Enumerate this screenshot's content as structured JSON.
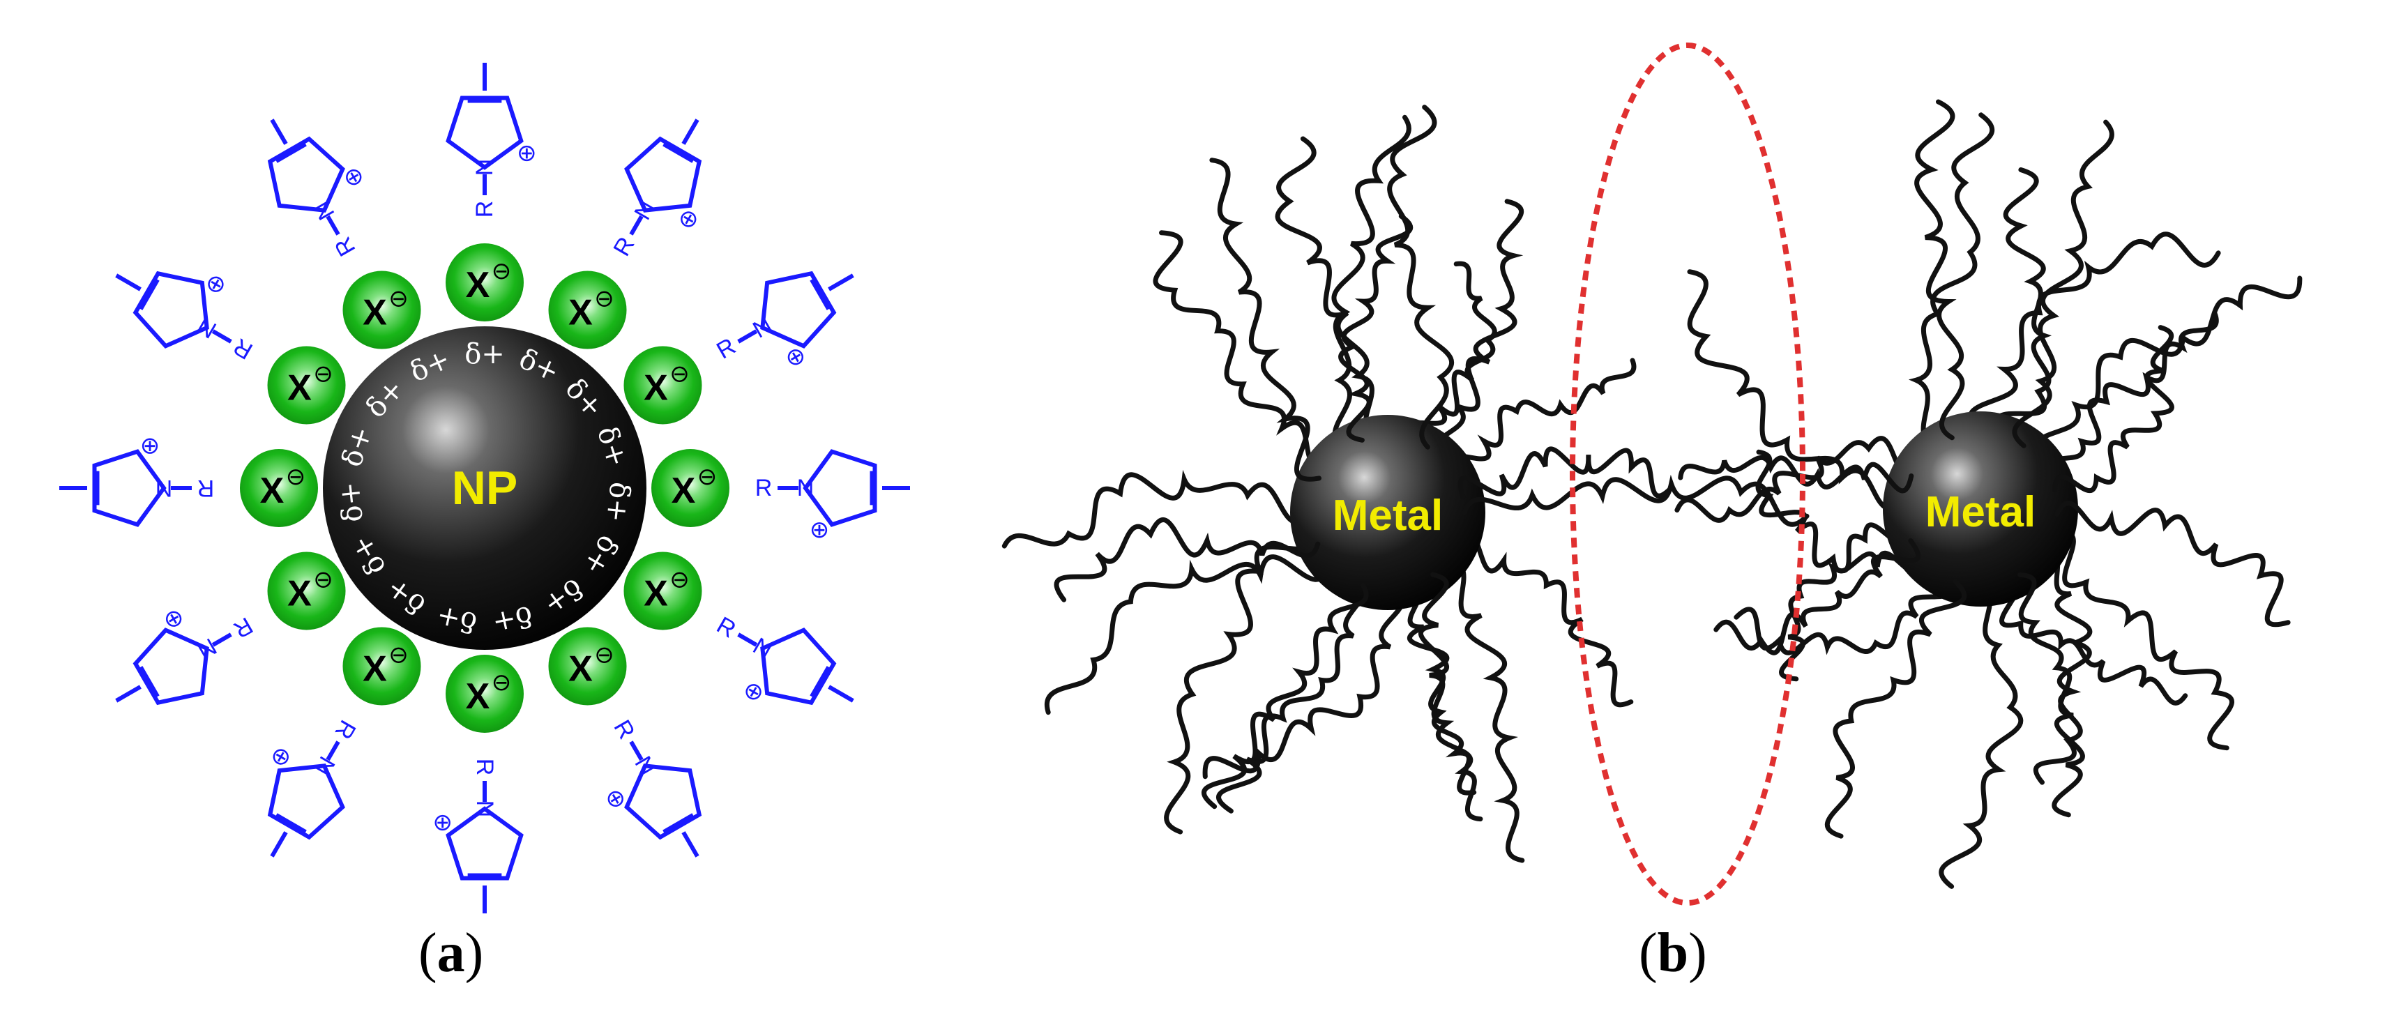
{
  "panel_a": {
    "caption": "a",
    "core_label": "NP",
    "surface_charge": "δ+",
    "anion_label": "X",
    "anion_charge": "⊖",
    "cation_charge": "⊕",
    "cation_substituent": "R",
    "ring_atom": "N",
    "colors": {
      "core": "#111111",
      "core_label": "#f2ec00",
      "anion_fill": "#19b619",
      "cation_stroke": "#1a1aff"
    },
    "counts": {
      "surface_charges": 15,
      "anions": 12,
      "cations": 12
    },
    "icons": [
      "nanoparticle-core",
      "anion-sphere",
      "imidazolium-cation"
    ]
  },
  "panel_b": {
    "caption": "b",
    "particles": [
      {
        "label": "Metal"
      },
      {
        "label": "Metal"
      }
    ],
    "colors": {
      "particle": "#111111",
      "particle_label": "#f2ec00",
      "chain": "#111111",
      "overlap_region": "#e03030"
    },
    "icons": [
      "metal-particle",
      "polymer-chain",
      "overlap-ellipse"
    ]
  }
}
